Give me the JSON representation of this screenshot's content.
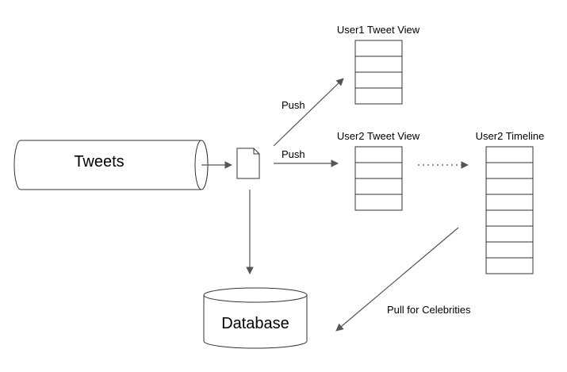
{
  "nodes": {
    "tweets": {
      "label": "Tweets"
    },
    "database": {
      "label": "Database"
    },
    "user1_view": {
      "label": "User1 Tweet View",
      "slots": 4
    },
    "user2_view": {
      "label": "User2 Tweet View",
      "slots": 4
    },
    "user2_timeline": {
      "label": "User2 Timeline",
      "slots": 8
    }
  },
  "edges": {
    "push_user1": {
      "label": "Push"
    },
    "push_user2": {
      "label": "Push"
    },
    "pull_celebrities": {
      "label": "Pull for Celebrities"
    }
  },
  "colors": {
    "stroke": "#555555",
    "box": "#333333",
    "background": "#ffffff"
  }
}
